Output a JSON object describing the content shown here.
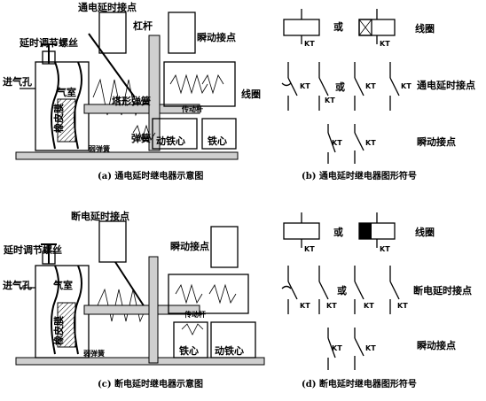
{
  "panel_a": {
    "caption": "(a) 通电延时继电器示意图",
    "labels": {
      "contacts_delay": "通电延时接点",
      "adjust_screw": "延时调节螺丝",
      "lever": "杠杆",
      "instant_contacts": "瞬动接点",
      "air_inlet": "进气孔",
      "air_chamber": "气室",
      "tower_spring": "塔形弹簧",
      "coil": "线圈",
      "push_rod": "传动杆",
      "membrane": "橡皮膜",
      "spring": "弹簧",
      "weak_spring": "弱弹簧",
      "moving_core": "动铁心",
      "core": "铁心"
    }
  },
  "panel_b": {
    "caption": "(b) 通电延时继电器图形符号",
    "or_text": "或",
    "kt": "KT",
    "coil_label": "线圈",
    "delay_label": "通电延时接点",
    "instant_label": "瞬动接点"
  },
  "panel_c": {
    "caption": "(c) 断电延时继电器示意图",
    "labels": {
      "contacts_delay": "断电延时接点",
      "adjust_screw": "延时调节螺丝",
      "instant_contacts": "瞬动接点",
      "air_inlet": "进气孔",
      "air_chamber": "气室",
      "push_rod": "传动杆",
      "membrane": "橡皮膜",
      "weak_spring": "弱弹簧",
      "core": "铁心",
      "moving_core": "动铁心"
    }
  },
  "panel_d": {
    "caption": "(d) 断电延时继电器图形符号",
    "or_text": "或",
    "kt": "KT",
    "coil_label": "线圈",
    "delay_label": "断电延时接点",
    "instant_label": "瞬动接点"
  }
}
